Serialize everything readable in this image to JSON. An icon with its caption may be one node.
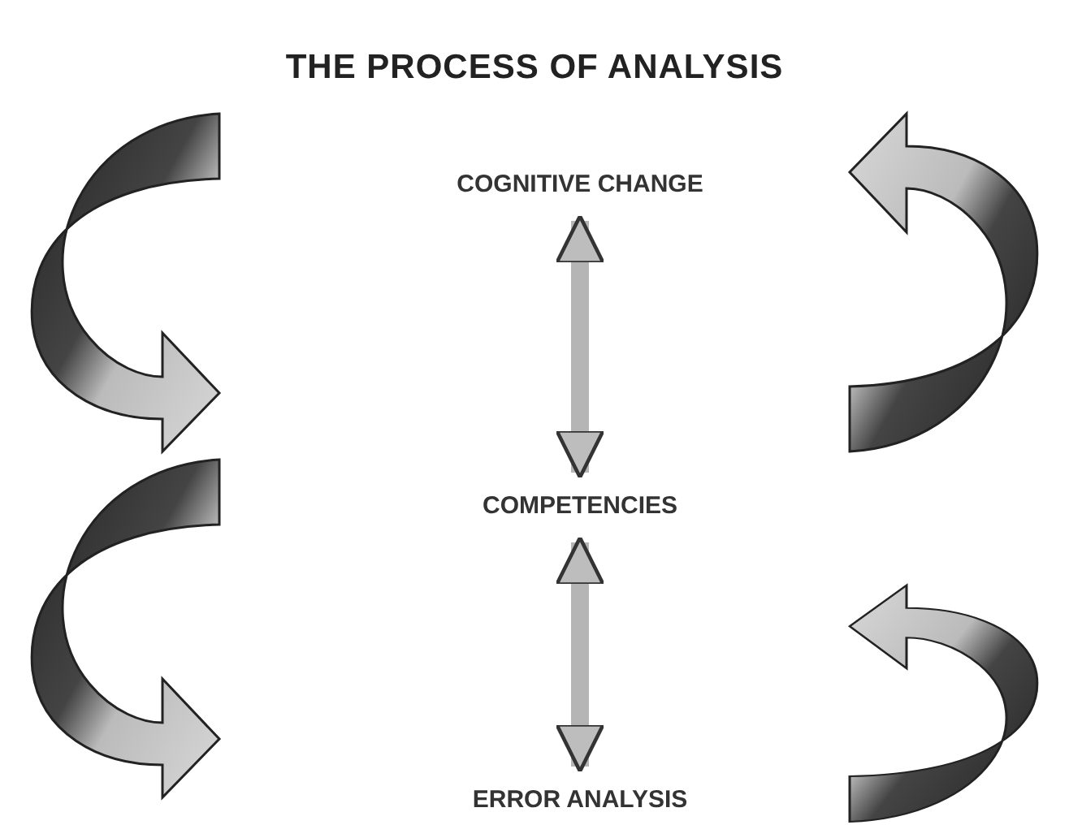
{
  "diagram": {
    "title": "THE PROCESS OF ANALYSIS",
    "nodes": [
      {
        "text": [
          "COGNITIVE CHANGE"
        ]
      },
      {
        "text": [
          "COMPETENCIES"
        ]
      },
      {
        "text": [
          "ERROR ANALYSIS"
        ]
      }
    ],
    "edges": [
      {
        "from": 0,
        "to": 1,
        "arrow": "both"
      },
      {
        "from": 1,
        "to": 2,
        "arrow": "both"
      }
    ]
  }
}
